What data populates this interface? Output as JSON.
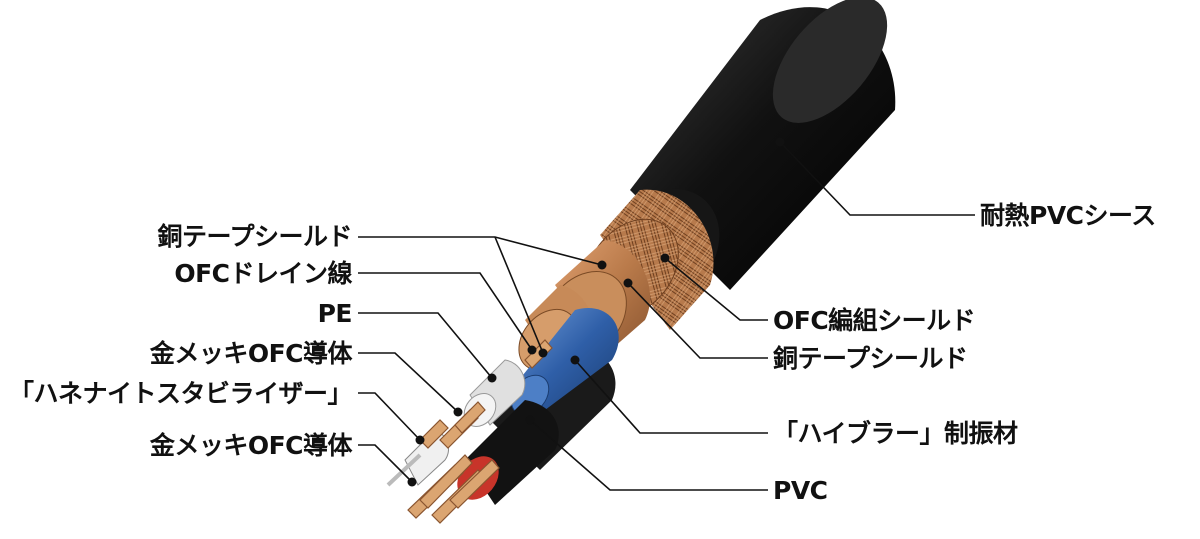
{
  "labels": {
    "left": [
      "銅テープシールド",
      "OFCドレイン線",
      "PE",
      "金メッキOFC導体",
      "「ハネナイトスタビライザー」",
      "金メッキOFC導体"
    ],
    "right": [
      "耐熱PVCシース",
      "OFC編組シールド",
      "銅テープシールド",
      "「ハイブラー」制振材",
      "PVC"
    ]
  },
  "colors": {
    "jacket": "#1c1c1c",
    "copper": "#c68a5a",
    "conductor": "#d9a06a",
    "blue_core": "#2f5fa8",
    "red_core": "#c8342a",
    "white_core": "#e8e8e8",
    "leader_line": "#111111"
  }
}
